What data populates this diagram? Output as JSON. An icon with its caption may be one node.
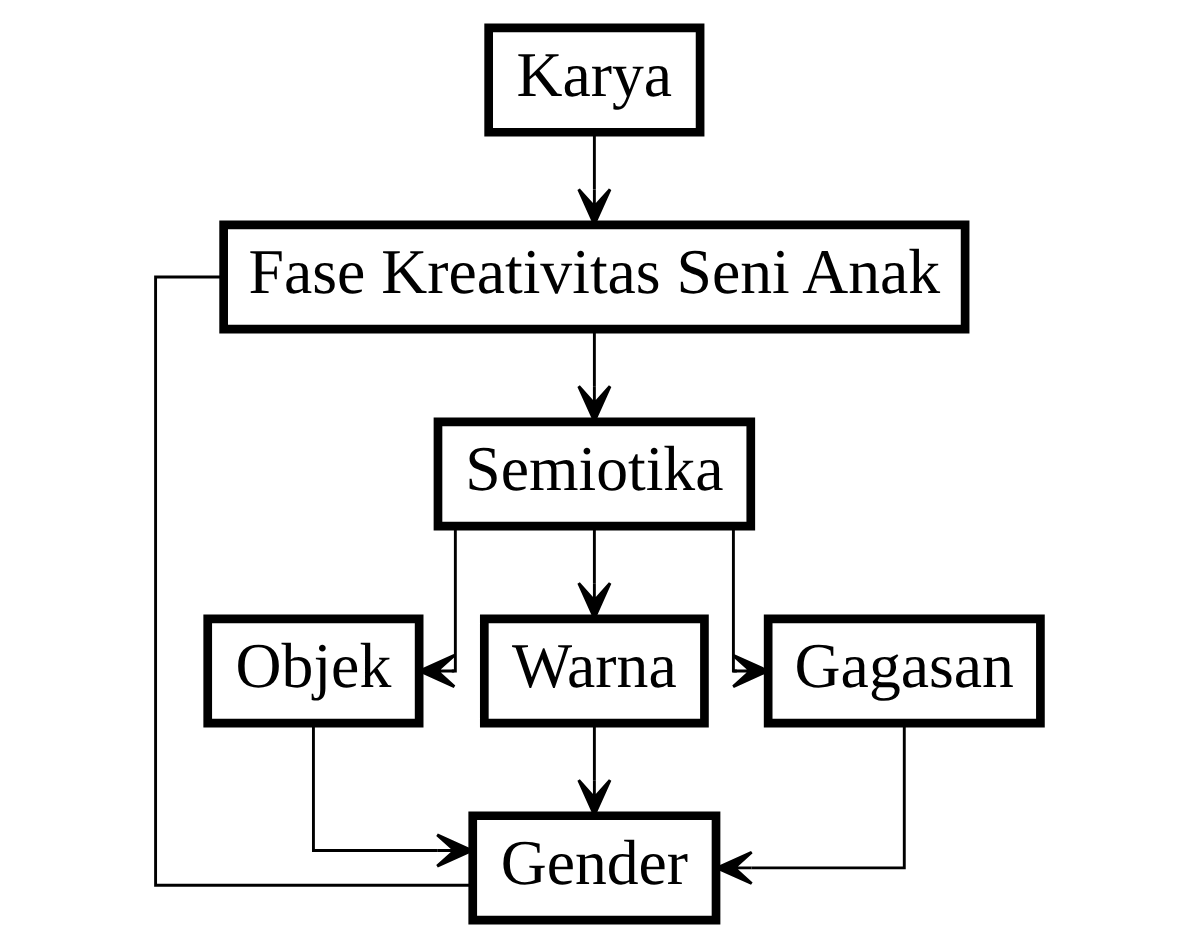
{
  "diagram": {
    "nodes": [
      {
        "text": [
          "Karya"
        ]
      },
      {
        "text": [
          "Fase Kreativitas Seni Anak"
        ]
      },
      {
        "text": [
          "Semiotika"
        ]
      },
      {
        "text": [
          "Objek"
        ]
      },
      {
        "text": [
          "Warna"
        ]
      },
      {
        "text": [
          "Gagasan"
        ]
      },
      {
        "text": [
          "Gender"
        ]
      }
    ],
    "edges": [
      {
        "from": 0,
        "to": 1,
        "arrow": "to"
      },
      {
        "from": 1,
        "to": 2,
        "arrow": "to"
      },
      {
        "from": 2,
        "to": 3,
        "arrow": "to"
      },
      {
        "from": 2,
        "to": 4,
        "arrow": "to"
      },
      {
        "from": 2,
        "to": 5,
        "arrow": "to"
      },
      {
        "from": 3,
        "to": 6,
        "arrow": "to"
      },
      {
        "from": 4,
        "to": 6,
        "arrow": "to"
      },
      {
        "from": 5,
        "to": 6,
        "arrow": "to"
      },
      {
        "from": 1,
        "to": 6,
        "arrow": "none"
      }
    ]
  }
}
